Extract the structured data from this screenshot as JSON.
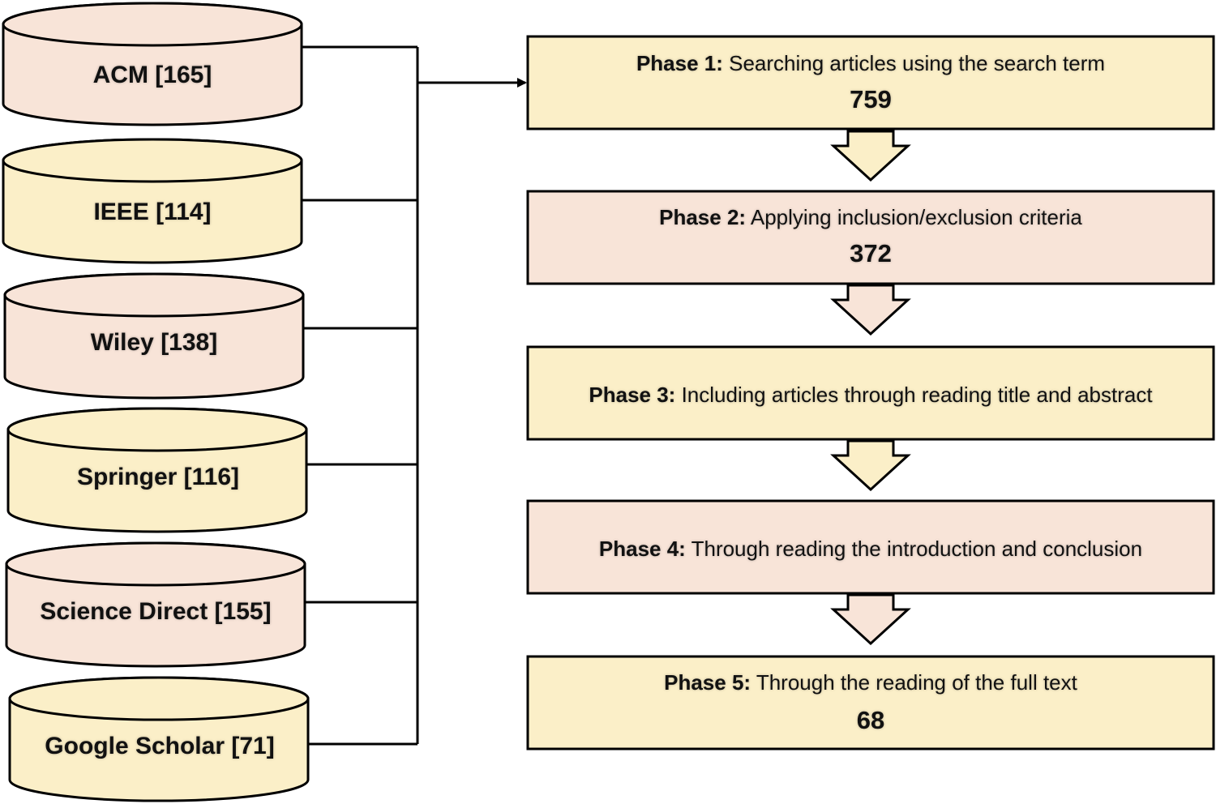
{
  "colors": {
    "pink": "#f8e4d8",
    "yellow": "#fbefc8",
    "stroke": "#000000"
  },
  "databases": [
    {
      "label": "ACM [165]",
      "color": "pink"
    },
    {
      "label": "IEEE [114]",
      "color": "yellow"
    },
    {
      "label": "Wiley [138]",
      "color": "pink"
    },
    {
      "label": "Springer [116]",
      "color": "yellow"
    },
    {
      "label": "Science Direct [155]",
      "color": "pink"
    },
    {
      "label": "Google Scholar [71]",
      "color": "yellow"
    }
  ],
  "phases": [
    {
      "prefix": "Phase 1:",
      "text": "Searching articles using the search term",
      "count": "759",
      "color": "yellow"
    },
    {
      "prefix": "Phase 2:",
      "text": "Applying inclusion/exclusion criteria",
      "count": "372",
      "color": "pink"
    },
    {
      "prefix": "Phase 3:",
      "text": "Including articles through reading title and abstract",
      "count": "",
      "color": "yellow"
    },
    {
      "prefix": "Phase 4:",
      "text": "Through reading the introduction and conclusion",
      "count": "",
      "color": "pink"
    },
    {
      "prefix": "Phase 5:",
      "text": "Through the reading of the full text",
      "count": "68",
      "color": "yellow"
    }
  ]
}
